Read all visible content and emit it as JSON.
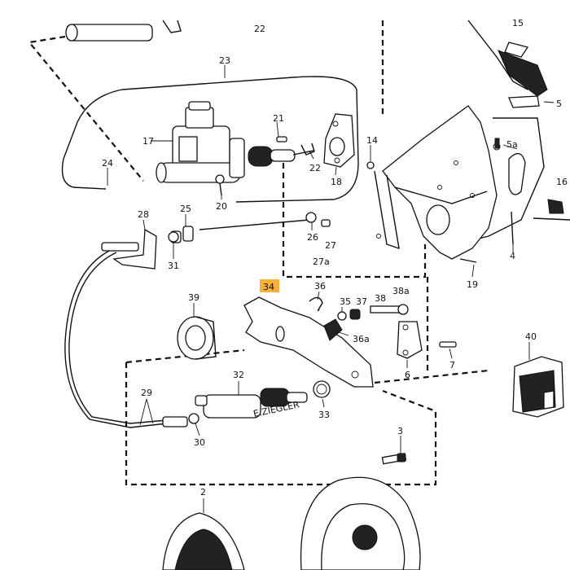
{
  "diagram": {
    "highlight_color": "#f5a623",
    "labels": [
      {
        "key": "p22a",
        "text": "22"
      },
      {
        "key": "p15",
        "text": "15"
      },
      {
        "key": "p23",
        "text": "23"
      },
      {
        "key": "p5",
        "text": "5"
      },
      {
        "key": "p17",
        "text": "17"
      },
      {
        "key": "p21",
        "text": "21"
      },
      {
        "key": "p14",
        "text": "14"
      },
      {
        "key": "p5a",
        "text": "5a"
      },
      {
        "key": "p24",
        "text": "24"
      },
      {
        "key": "p22b",
        "text": "22"
      },
      {
        "key": "p18",
        "text": "18"
      },
      {
        "key": "p16",
        "text": "16"
      },
      {
        "key": "p20",
        "text": "20"
      },
      {
        "key": "p28",
        "text": "28"
      },
      {
        "key": "p25",
        "text": "25"
      },
      {
        "key": "p26",
        "text": "26"
      },
      {
        "key": "p27",
        "text": "27"
      },
      {
        "key": "p27a",
        "text": "27a"
      },
      {
        "key": "p31",
        "text": "31"
      },
      {
        "key": "p4",
        "text": "4"
      },
      {
        "key": "p19",
        "text": "19"
      },
      {
        "key": "p34",
        "text": "34"
      },
      {
        "key": "p36",
        "text": "36"
      },
      {
        "key": "p35",
        "text": "35"
      },
      {
        "key": "p37",
        "text": "37"
      },
      {
        "key": "p38",
        "text": "38"
      },
      {
        "key": "p38a",
        "text": "38a"
      },
      {
        "key": "p39",
        "text": "39"
      },
      {
        "key": "p36a",
        "text": "36a"
      },
      {
        "key": "p40",
        "text": "40"
      },
      {
        "key": "p7",
        "text": "7"
      },
      {
        "key": "p6",
        "text": "6"
      },
      {
        "key": "p32",
        "text": "32"
      },
      {
        "key": "p29",
        "text": "29"
      },
      {
        "key": "p33",
        "text": "33"
      },
      {
        "key": "p30",
        "text": "30"
      },
      {
        "key": "p3",
        "text": "3"
      },
      {
        "key": "p2",
        "text": "2"
      }
    ],
    "engraving": "E.ZIEGLER"
  }
}
